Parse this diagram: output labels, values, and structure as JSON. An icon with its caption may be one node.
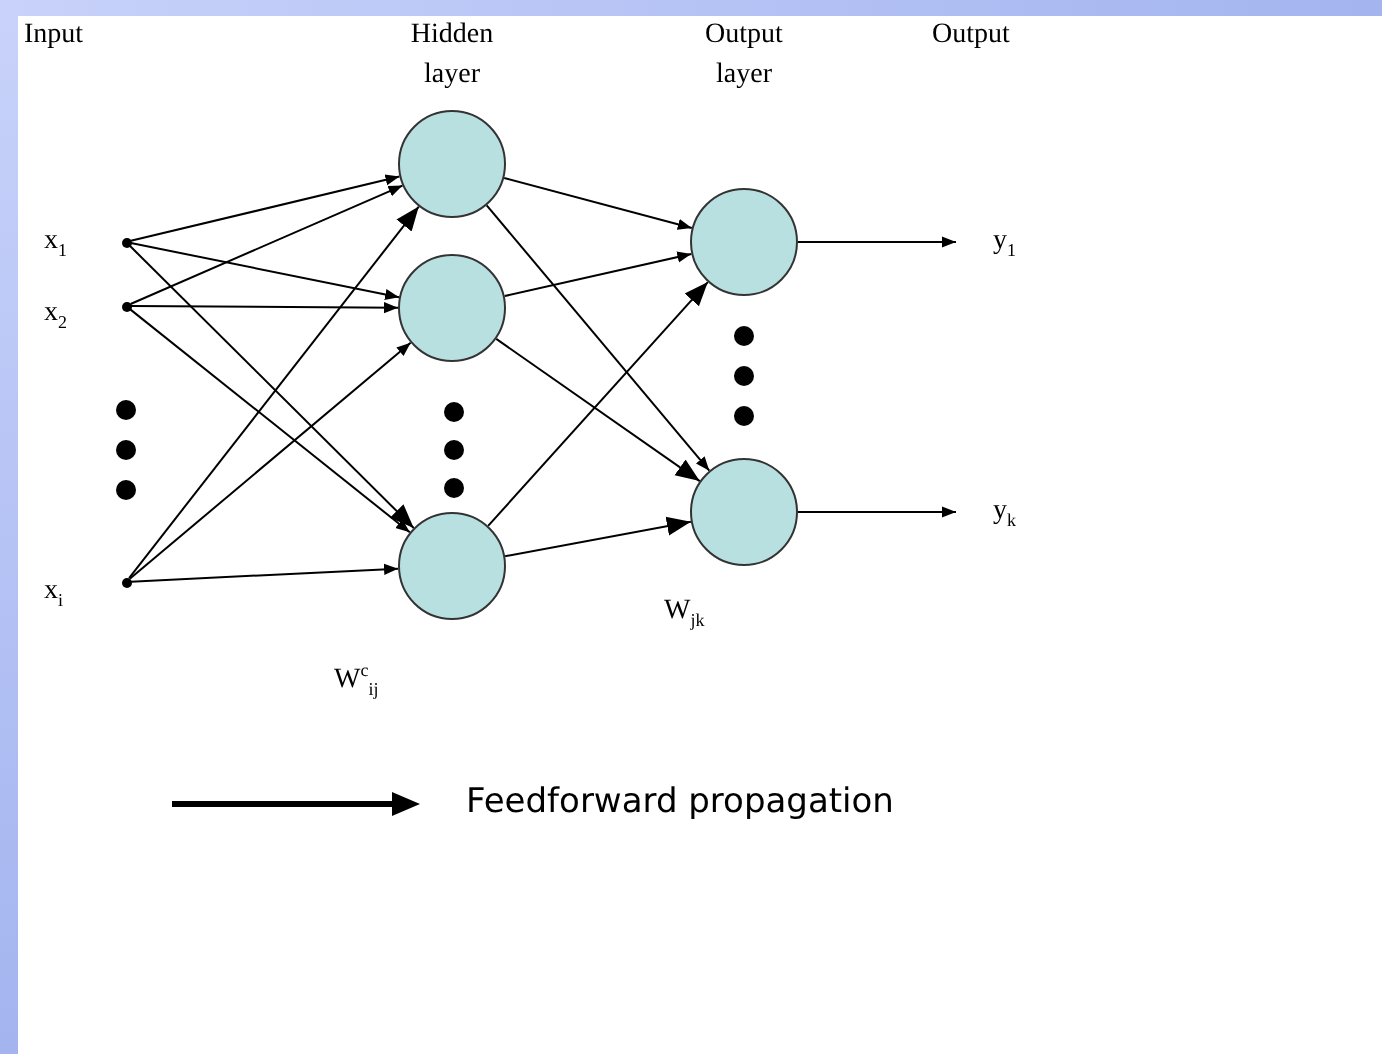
{
  "diagram": {
    "nodes": [
      {
        "text": [],
        "shape": "circle",
        "beside": [
          "x$_{1}$"
        ]
      },
      {
        "text": [],
        "shape": "circle",
        "beside": [
          "x$_{2}$"
        ]
      },
      {
        "text": [],
        "shape": "circle",
        "beside": [
          "x$_{i}$"
        ]
      },
      {
        "text": [],
        "shape": "circle"
      },
      {
        "text": [],
        "shape": "circle"
      },
      {
        "text": [],
        "shape": "circle"
      },
      {
        "text": [],
        "shape": "circle"
      },
      {
        "text": [],
        "shape": "circle"
      },
      {
        "text": [
          "y$_{1}$"
        ]
      },
      {
        "text": [
          "y$_{k}$"
        ]
      }
    ],
    "edges": [
      {
        "from": 0,
        "to": 3,
        "arrow": "to"
      },
      {
        "from": 0,
        "to": 4,
        "arrow": "to"
      },
      {
        "from": 0,
        "to": 5,
        "arrow": "to"
      },
      {
        "from": 1,
        "to": 3,
        "arrow": "to"
      },
      {
        "from": 1,
        "to": 4,
        "arrow": "to"
      },
      {
        "from": 1,
        "to": 5,
        "arrow": "to"
      },
      {
        "from": 2,
        "to": 3,
        "arrow": "to"
      },
      {
        "from": 2,
        "to": 4,
        "arrow": "to"
      },
      {
        "from": 2,
        "to": 5,
        "arrow": "to"
      },
      {
        "from": 3,
        "to": 6,
        "arrow": "to"
      },
      {
        "from": 3,
        "to": 7,
        "arrow": "to"
      },
      {
        "from": 4,
        "to": 6,
        "arrow": "to"
      },
      {
        "from": 4,
        "to": 7,
        "arrow": "to"
      },
      {
        "from": 5,
        "to": 6,
        "arrow": "to"
      },
      {
        "from": 5,
        "to": 7,
        "arrow": "to"
      },
      {
        "from": 6,
        "to": 8,
        "arrow": "to"
      },
      {
        "from": 7,
        "to": 9,
        "arrow": "to"
      }
    ],
    "labels": [
      "Input",
      "Hidden layer",
      "Output layer",
      "Output",
      "W$^{c}$$_{ij}$",
      "W$_{jk}$"
    ],
    "legend": [
      {
        "text": "Feedforward propagation"
      }
    ]
  }
}
